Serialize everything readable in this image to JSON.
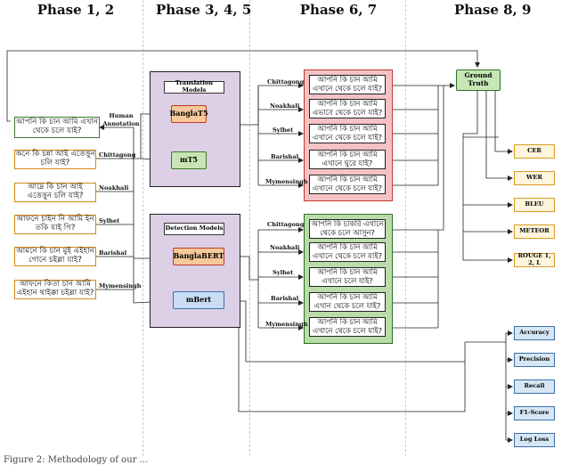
{
  "phases": [
    "Phase 1, 2",
    "Phase 3, 4, 5",
    "Phase 6, 7",
    "Phase 8, 9"
  ],
  "human_annotation": "Human Annotation",
  "standard_input": "আপনি কি চান আমি এখান থেকে চলে যাই?",
  "dialects": [
    "Chittagong",
    "Noakhali",
    "Sylhet",
    "Barishal",
    "Mymensingh"
  ],
  "dialect_inputs": [
    "অনে কি চন্না আই এত্তেত্তুন চলি যাই?",
    "আম্নে কি চান আই এত্তেত্তুন চলি যাই?",
    "আফনে চাইন নি আমি ইন তকি যাই গি?",
    "আমনে কি চান মুই এইহান গোনে চইল্লা যাই?",
    "আফনে কিতা চান আমি এইহান থাইক্কা চইল্লা যাই?"
  ],
  "translation_panel": {
    "title": "Translation Models",
    "models": [
      "BanglaT5",
      "mT5"
    ],
    "outputs": [
      "আপনি কি চান আমি এখানে থেকে চলে যাই?",
      "আপনি কি চান আমি এভাবে থেকে চলে যাই?",
      "আপনি কি চান আমি এখানে থেকে চলে যাই?",
      "আপনি কি চান আমি এখানে ঘুরে যাই?",
      "আপনি কি চান আমি এখানে থেকে চলে যাই?"
    ]
  },
  "detection_panel": {
    "title": "Detection Models",
    "models": [
      "BanglaBERT",
      "mBert"
    ],
    "outputs": [
      "আপনি কি চাকরি এখানে থেকে চলে আসুন?",
      "আপনি কি চান আমি এখানে থেকে চলে যাই?",
      "আপনি কি চান আমি এখানে চলে যাই?",
      "আপনি কি চান আমি এখান থেকে চলে যাই?",
      "আপনি কি চান আমি এখানে থেকে চলে যাই?"
    ]
  },
  "ground_truth": "Ground Truth",
  "metrics": [
    "CER",
    "WER",
    "BLEU",
    "METEOR",
    "ROUGE 1, 2, L"
  ],
  "classification_metrics": [
    "Accuracy",
    "Precision",
    "Recall",
    "F1-Score",
    "Log Loss"
  ],
  "caption": "Figure 2: Methodology of our ... "
}
